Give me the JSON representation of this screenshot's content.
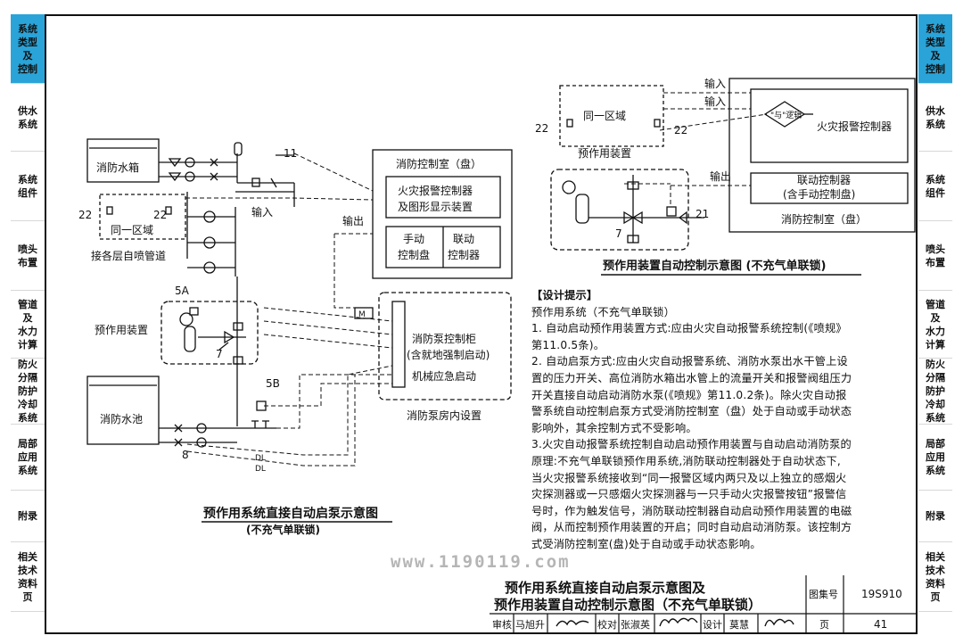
{
  "side_tabs": [
    {
      "label": "系统\n类型\n及\n控制",
      "active": true
    },
    {
      "label": "供水\n系统",
      "active": false
    },
    {
      "label": "系统\n组件",
      "active": false
    },
    {
      "label": "喷头\n布置",
      "active": false
    },
    {
      "label": "管道\n及\n水力\n计算",
      "active": false
    },
    {
      "label": "防火\n分隔\n防护\n冷却\n系统",
      "active": false
    },
    {
      "label": "局部\n应用\n系统",
      "active": false
    },
    {
      "label": "附录",
      "active": false
    },
    {
      "label": "相关\n技术\n资料\n页",
      "active": false
    }
  ],
  "accent_color": "#2aa4d8",
  "left_diagram": {
    "tank": "消防水箱",
    "zone": "同一区域",
    "zone_num_left": "22",
    "zone_num_right": "22",
    "num11": "11",
    "input": "输入",
    "output": "输出",
    "sprinkler_pipes": "接各层自喷管道",
    "preaction_label": "预作用装置",
    "num5a": "5A",
    "num5b": "5B",
    "num7": "7",
    "num8": "8",
    "pool": "消防水池",
    "control_room": "消防控制室（盘）",
    "fire_alarm_ctrl_1": "火灾报警控制器",
    "fire_alarm_ctrl_2": "及图形显示装置",
    "manual_1": "手动",
    "manual_2": "控制盘",
    "link_1": "联动",
    "link_2": "控制器",
    "m": "M",
    "pump_cabinet_1": "消防泵控制柜",
    "pump_cabinet_2": "(含就地强制启动)",
    "mech_start": "机械应急启动",
    "pump_room": "消防泵房内设置",
    "dl": "DL",
    "caption_1": "预作用系统直接自动启泵示意图",
    "caption_2": "(不充气单联锁)"
  },
  "right_diagram": {
    "zone": "同一区域",
    "num22a": "22",
    "num22b": "22",
    "input1": "输入",
    "input2": "输入",
    "and_logic": "\"与\"逻辑",
    "fire_alarm": "火灾报警控制器",
    "preaction": "预作用装置",
    "output": "输出",
    "link_ctrl_1": "联动控制器",
    "link_ctrl_2": "(含手动控制盘)",
    "num21": "21",
    "num7": "7",
    "control_room": "消防控制室（盘）",
    "caption": "预作用装置自动控制示意图 (不充气单联锁)"
  },
  "notes": {
    "heading": "【设计提示】",
    "lines": [
      "预作用系统（不充气单联锁）",
      "1. 自动启动预作用装置方式:应由火灾自动报警系统控制(《喷规》",
      "第11.0.5条)。",
      "2. 自动启泵方式:应由火灾自动报警系统、消防水泵出水干管上设",
      "置的压力开关、高位消防水箱出水管上的流量开关和报警阀组压力",
      "开关直接自动启动消防水泵(《喷规》第11.0.2条)。除火灾自动报",
      "警系统自动控制启泵方式受消防控制室（盘）处于自动或手动状态",
      "影响外，其余控制方式不受影响。",
      "3.火灾自动报警系统控制自动启动预作用装置与自动启动消防泵的",
      "原理:不充气单联锁预作用系统,消防联动控制器处于自动状态下,",
      "当火灾报警系统接收到“同一报警区域内两只及以上独立的感烟火",
      "灾探测器或一只感烟火灾探测器与一只手动火灾报警按钮”报警信",
      "号时，作为触发信号，消防联动控制器自动启动预作用装置的电磁",
      "阀，从而控制预作用装置的开启；同时自动启动消防泵。该控制方",
      "式受消防控制室(盘)处于自动或手动状态影响。"
    ]
  },
  "watermark": "www.1190119.com",
  "title_block": {
    "title_1": "预作用系统直接自动启泵示意图及",
    "title_2": "预作用装置自动控制示意图（不充气单联锁）",
    "atlas_label": "图集号",
    "atlas_no": "19S910",
    "page_label": "页",
    "page_no": "41",
    "review_label": "审核",
    "reviewer": "马旭升",
    "check_label": "校对",
    "checker": "张淑英",
    "design_label": "设计",
    "designer": "莫慧"
  }
}
